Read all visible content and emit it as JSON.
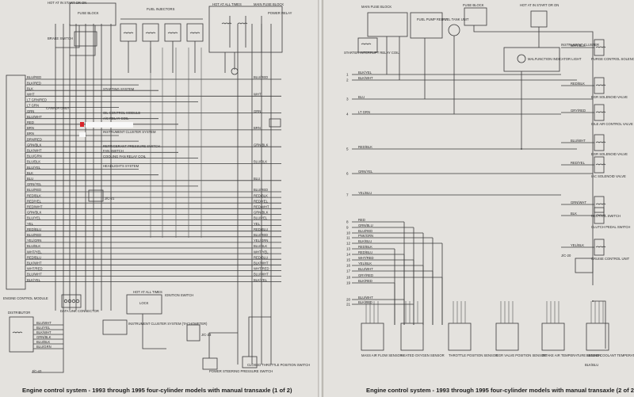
{
  "captions": {
    "left": "Engine control system - 1993 through 1995 four-cylinder models with manual transaxle (1 of 2)",
    "right": "Engine control system - 1993 through 1995 four-cylinder models with manual transaxle (2 of 2)"
  },
  "left": {
    "ecm_pins": [
      "BLU/RED",
      "BLK/RED",
      "BLK",
      "WHT",
      "LT GRN/RED",
      "LT GRN",
      "GRN",
      "BLU/WHT",
      "RED",
      "BRN",
      "BRN",
      "BRN/RED",
      "GRN/BLK",
      "BLK/WHT",
      "BLU/GRN",
      "BLU/BLK",
      "BLU/YEL",
      "BLK",
      "BLU",
      "GRN/YEL",
      "BLU/RED",
      "RED/BLK",
      "RED/YEL",
      "RED/WHT",
      "GRN/BLK",
      "BLU/YEL",
      "YEL",
      "RED/BLU",
      "BLU/RED",
      "YEL/GRN",
      "BLU/BLK",
      "WHT/YEL",
      "RED/BLU",
      "BLK/WHT",
      "WHT/RED",
      "BLU/WHT",
      "BLK/YEL"
    ],
    "ecm_label": "ENGINE CONTROL MODULE",
    "top_labels": {
      "hot_ign_start": "HOT AT IN START OR ON",
      "fuse_box": "FUSE BLOCK",
      "fuel_injectors": "FUEL INJECTORS",
      "hot_at_all_times": "HOT AT ALL TIMES",
      "main_relay": "MAIN FUSE BLOCK",
      "power_relay": "POWER RELAY"
    },
    "system_labels": [
      "STARTING SYSTEM",
      "OIL CONTROL MODULE",
      "A/C RELAY COIL",
      "REFRIGERANT PRESSURE SWITCH",
      "FAN SWITCH",
      "COOLING FAN RELAY COIL",
      "HEADLIGHTS SYSTEM",
      "INSTRUMENT CLUSTER SYSTEM",
      "CANADA ONLY"
    ],
    "bottom_labels": {
      "distributor": "DISTRIBUTOR",
      "data_link": "DATA LINK CONNECTOR",
      "cluster": "INSTRUMENT CLUSTER SYSTEM (TACHOMETER)",
      "ignition_switch": "IGNITION SWITCH",
      "power_steering": "POWER STEERING PRESSURE SWITCH",
      "throttle_switch": "CLOSED THROTTLE POSITION SWITCH"
    }
  },
  "right": {
    "pin_numbers": [
      "1",
      "2",
      "3",
      "4",
      "5",
      "6",
      "7",
      "8",
      "9",
      "10",
      "11",
      "12",
      "13",
      "14",
      "15",
      "16",
      "17",
      "18",
      "19",
      "20",
      "21"
    ],
    "pin_colors": [
      "BLK/YEL",
      "BLK/WHT",
      "BLU",
      "LT GRN",
      "RED/BLK",
      "GRN/YEL",
      "YEL/BLU",
      "RED",
      "GRN/BLU",
      "BLU/RED",
      "PNK/GRN",
      "BLK/BLU",
      "RED/BLK",
      "RED/BLU",
      "WHT/RED",
      "YEL/BLK",
      "BLU/WHT",
      "GRY/RED",
      "BLK/RED",
      "BLU/WHT",
      "BLK/RED"
    ],
    "top_labels": {
      "main_fuse": "MAIN FUSE BLOCK",
      "fuel_relay": "STARTER INTERRUPT RELAY COIL",
      "fuel_tank_unit": "FUEL TANK UNIT",
      "fuse_box": "FUSE BLOCK",
      "hot_ign": "HOT AT IN START OR ON",
      "cluster": "INSTRUMENT CLUSTER",
      "mil": "MALFUNCTION INDICATOR LIGHT"
    },
    "side_labels": [
      "PURGE CONTROL SOLENOID VALVE",
      "EGR SOLENOID VALVE",
      "IDLE AIR CONTROL VALVE",
      "EGR SOLENOID VALVE",
      "IAC SOLENOID VALVE",
      "NEUTRAL SWITCH",
      "CLUTCH PEDAL SWITCH",
      "CRUISE CONTROL UNIT"
    ],
    "bottom_labels": [
      "MASS AIR FLOW SENSOR",
      "HEATED OXYGEN SENSOR",
      "THROTTLE POSITION SENSOR",
      "EGR VALVE POSITION SENSOR",
      "INTAKE AIR TEMPERATURE SENSOR",
      "ENGINE COOLANT TEMPERATURE SENSOR"
    ]
  }
}
